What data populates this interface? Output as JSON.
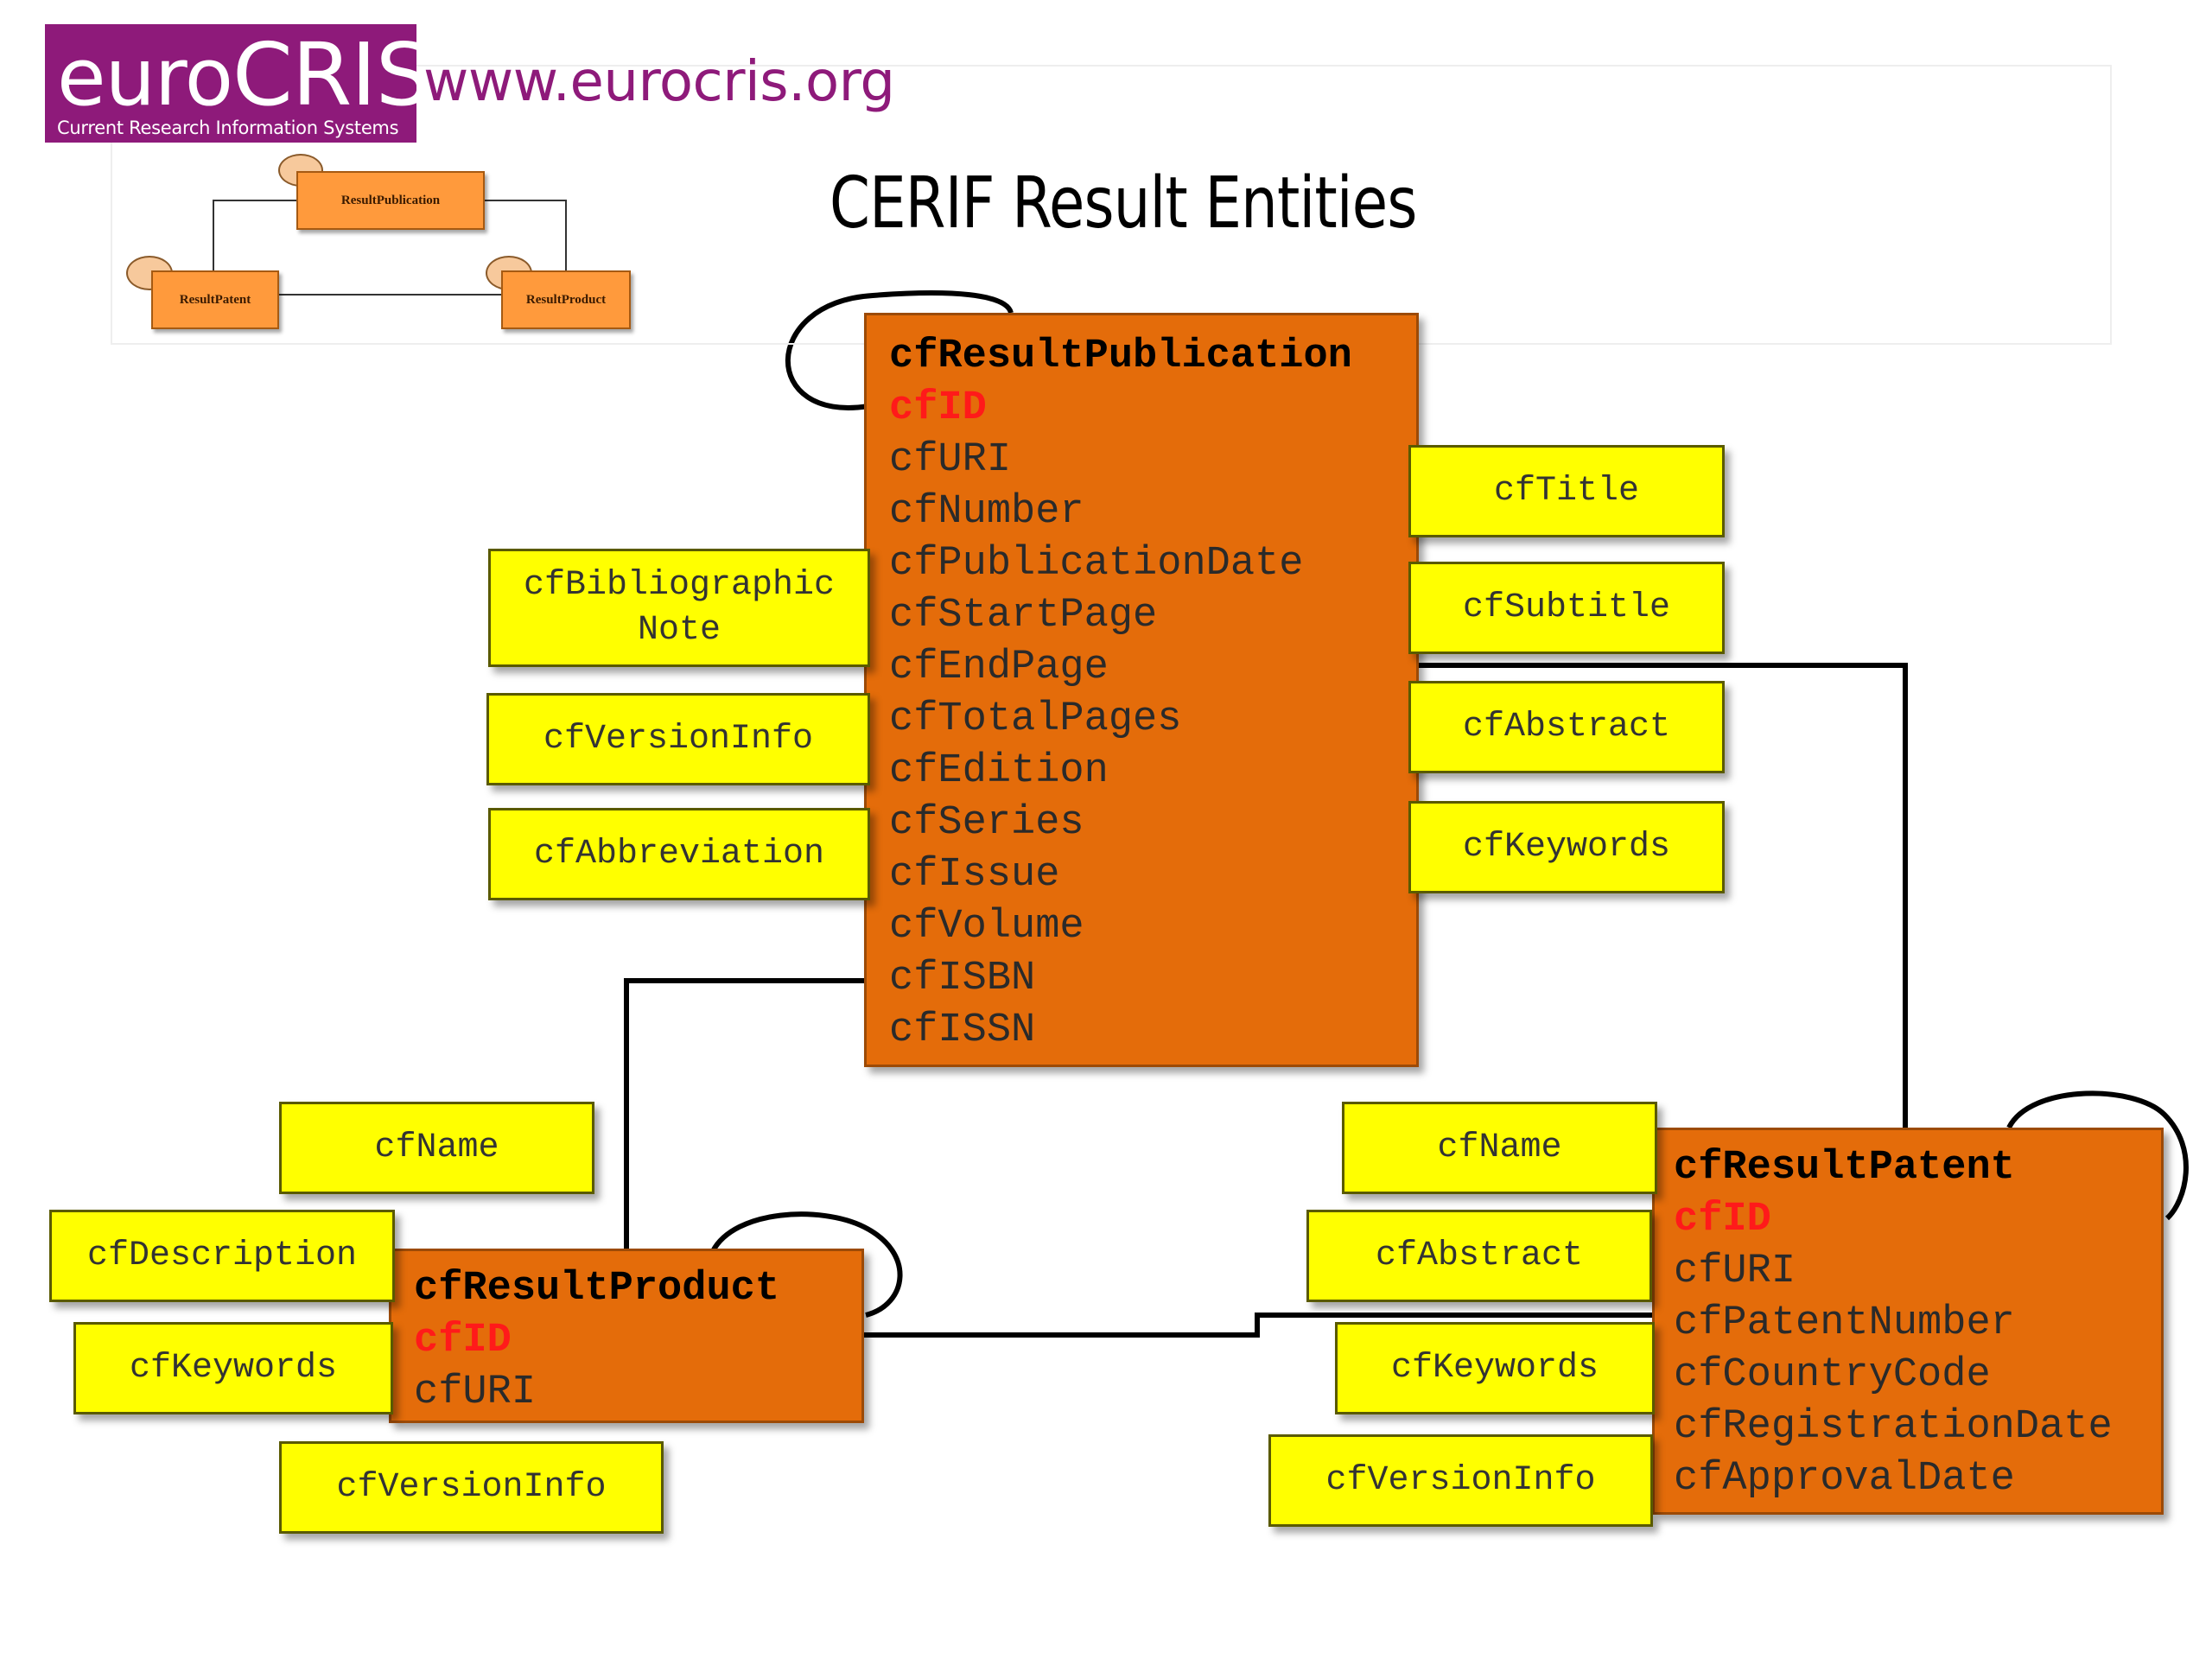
{
  "logo": {
    "brand_prefix": "euro",
    "brand_main": "CRIS",
    "tagline": "Current Research Information Systems",
    "url": "www.eurocris.org"
  },
  "slide": {
    "title": "CERIF Result Entities"
  },
  "overview": {
    "result_publication": "ResultPublication",
    "result_patent": "ResultPatent",
    "result_product": "ResultProduct"
  },
  "publication": {
    "name": "cfResultPublication",
    "id": "cfID",
    "attributes": [
      "cfURI",
      "cfNumber",
      "cfPublicationDate",
      "cfStartPage",
      "cfEndPage",
      "cfTotalPages",
      "cfEdition",
      "cfSeries",
      "cfIssue",
      "cfVolume",
      "cfISBN",
      "cfISSN"
    ],
    "left_boxes": [
      "cfBibliographic\nNote",
      "cfVersionInfo",
      "cfAbbreviation"
    ],
    "right_boxes": [
      "cfTitle",
      "cfSubtitle",
      "cfAbstract",
      "cfKeywords"
    ]
  },
  "product": {
    "name": "cfResultProduct",
    "id": "cfID",
    "attributes": [
      "cfURI"
    ],
    "boxes": [
      "cfName",
      "cfDescription",
      "cfKeywords",
      "cfVersionInfo"
    ]
  },
  "patent": {
    "name": "cfResultPatent",
    "id": "cfID",
    "attributes": [
      "cfURI",
      "cfPatentNumber",
      "cfCountryCode",
      "cfRegistrationDate",
      "cfApprovalDate"
    ],
    "boxes": [
      "cfName",
      "cfAbstract",
      "cfKeywords",
      "cfVersionInfo"
    ]
  },
  "colors": {
    "entity": "#e46c0a",
    "multilingual_box": "#ffff00",
    "brand": "#8e1a7a",
    "identifier": "#ff1a1a"
  }
}
